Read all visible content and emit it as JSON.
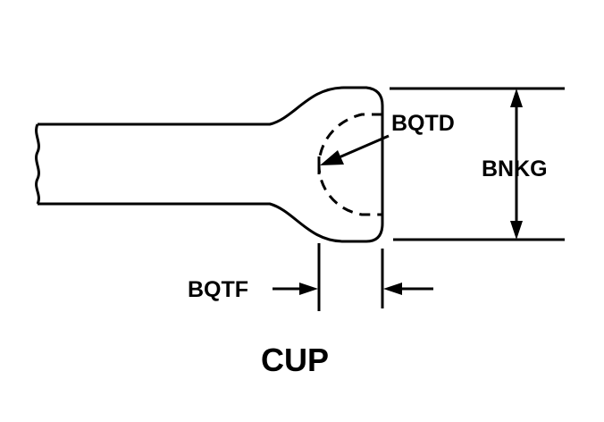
{
  "labels": {
    "bulb_diameter": "BQTD",
    "overall_height": "BNKG",
    "cup_thickness": "BQTF",
    "title": "CUP"
  }
}
